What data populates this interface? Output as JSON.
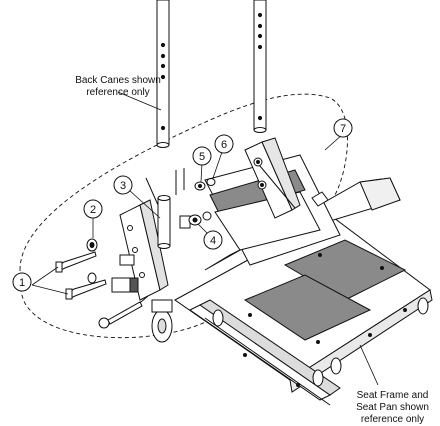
{
  "notes": {
    "back_canes": [
      "Back Canes shown",
      "reference only"
    ],
    "seat_frame": [
      "Seat Frame and",
      "Seat Pan shown",
      "reference only"
    ]
  },
  "callouts": [
    "1",
    "2",
    "3",
    "4",
    "5",
    "6",
    "7"
  ],
  "colors": {
    "line": "#111111",
    "fill": "#ffffff",
    "shade": "#8a8a8a",
    "dark": "#2a2a2a"
  }
}
